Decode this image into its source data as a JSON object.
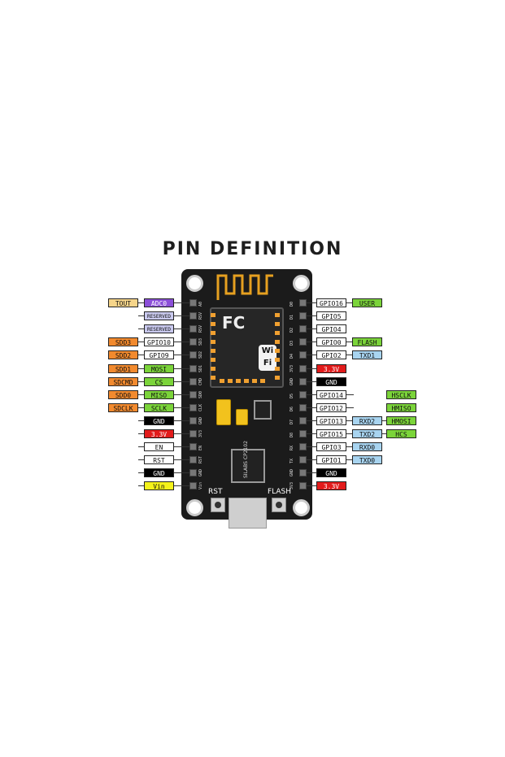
{
  "title": "PIN DEFINITION",
  "board": {
    "rst_label": "RST",
    "flash_label": "FLASH",
    "usb_chip": "SILABS CP2102",
    "shield_logo": "FC",
    "wifi_logo": "Wi Fi"
  },
  "left_pins": [
    {
      "board": "A0",
      "labels": [
        {
          "text": "TOUT",
          "color": "#f6d58a"
        },
        {
          "text": "ADC0",
          "color": "#8b4fd8"
        }
      ]
    },
    {
      "board": "RSV",
      "labels": [
        {
          "text": "RESERVED",
          "color": "#c9c9ee"
        }
      ]
    },
    {
      "board": "RSV",
      "labels": [
        {
          "text": "RESERVED",
          "color": "#c9c9ee"
        }
      ]
    },
    {
      "board": "SD3",
      "labels": [
        {
          "text": "SDD3",
          "color": "#f28a2e"
        },
        {
          "text": "GPIO10",
          "color": "#ffffff"
        }
      ]
    },
    {
      "board": "SD2",
      "labels": [
        {
          "text": "SDD2",
          "color": "#f28a2e"
        },
        {
          "text": "GPIO9",
          "color": "#ffffff"
        }
      ]
    },
    {
      "board": "SD1",
      "labels": [
        {
          "text": "SDD1",
          "color": "#f28a2e"
        },
        {
          "text": "MOSI",
          "color": "#7bd43a"
        }
      ]
    },
    {
      "board": "CMD",
      "labels": [
        {
          "text": "SDCMD",
          "color": "#f28a2e"
        },
        {
          "text": "CS",
          "color": "#7bd43a"
        }
      ]
    },
    {
      "board": "SD0",
      "labels": [
        {
          "text": "SDD0",
          "color": "#f28a2e"
        },
        {
          "text": "MISO",
          "color": "#7bd43a"
        }
      ]
    },
    {
      "board": "CLK",
      "labels": [
        {
          "text": "SDCLK",
          "color": "#f28a2e"
        },
        {
          "text": "SCLK",
          "color": "#7bd43a"
        }
      ]
    },
    {
      "board": "GND",
      "labels": [
        {
          "text": "GND",
          "color": "#000000"
        }
      ]
    },
    {
      "board": "3V3",
      "labels": [
        {
          "text": "3.3V",
          "color": "#e21b1b"
        }
      ]
    },
    {
      "board": "EN",
      "labels": [
        {
          "text": "EN",
          "color": "#ffffff"
        }
      ]
    },
    {
      "board": "RST",
      "labels": [
        {
          "text": "RST",
          "color": "#ffffff"
        }
      ]
    },
    {
      "board": "GND",
      "labels": [
        {
          "text": "GND",
          "color": "#000000"
        }
      ]
    },
    {
      "board": "Vin",
      "labels": [
        {
          "text": "Vin",
          "color": "#f4f21a"
        }
      ]
    }
  ],
  "right_pins": [
    {
      "board": "D0",
      "labels": [
        {
          "text": "GPIO16",
          "color": "#ffffff"
        },
        {
          "text": "USER",
          "color": "#7bd43a"
        }
      ]
    },
    {
      "board": "D1",
      "labels": [
        {
          "text": "GPIO5",
          "color": "#ffffff"
        }
      ]
    },
    {
      "board": "D2",
      "labels": [
        {
          "text": "GPIO4",
          "color": "#ffffff"
        }
      ]
    },
    {
      "board": "D3",
      "labels": [
        {
          "text": "GPIO0",
          "color": "#ffffff"
        },
        {
          "text": "FLASH",
          "color": "#7bd43a"
        }
      ]
    },
    {
      "board": "D4",
      "labels": [
        {
          "text": "GPIO2",
          "color": "#ffffff"
        },
        {
          "text": "TXD1",
          "color": "#a8d4f0"
        }
      ]
    },
    {
      "board": "3V3",
      "labels": [
        {
          "text": "3.3V",
          "color": "#e21b1b"
        }
      ]
    },
    {
      "board": "GND",
      "labels": [
        {
          "text": "GND",
          "color": "#000000"
        }
      ]
    },
    {
      "board": "D5",
      "labels": [
        {
          "text": "GPIO14",
          "color": "#ffffff"
        },
        {
          "text": "HSCLK",
          "color": "#7bd43a"
        }
      ]
    },
    {
      "board": "D6",
      "labels": [
        {
          "text": "GPIO12",
          "color": "#ffffff"
        },
        {
          "text": "HMISO",
          "color": "#7bd43a"
        }
      ]
    },
    {
      "board": "D7",
      "labels": [
        {
          "text": "GPIO13",
          "color": "#ffffff"
        },
        {
          "text": "RXD2",
          "color": "#a8d4f0"
        },
        {
          "text": "HMOSI",
          "color": "#7bd43a"
        }
      ]
    },
    {
      "board": "D8",
      "labels": [
        {
          "text": "GPIO15",
          "color": "#ffffff"
        },
        {
          "text": "TXD2",
          "color": "#a8d4f0"
        },
        {
          "text": "HCS",
          "color": "#7bd43a"
        }
      ]
    },
    {
      "board": "RX",
      "labels": [
        {
          "text": "GPIO3",
          "color": "#ffffff"
        },
        {
          "text": "RXD0",
          "color": "#a8d4f0"
        }
      ]
    },
    {
      "board": "TX",
      "labels": [
        {
          "text": "GPIO1",
          "color": "#ffffff"
        },
        {
          "text": "TXD0",
          "color": "#a8d4f0"
        }
      ]
    },
    {
      "board": "GND",
      "labels": [
        {
          "text": "GND",
          "color": "#000000"
        }
      ]
    },
    {
      "board": "3V3",
      "labels": [
        {
          "text": "3.3V",
          "color": "#e21b1b"
        }
      ]
    }
  ]
}
